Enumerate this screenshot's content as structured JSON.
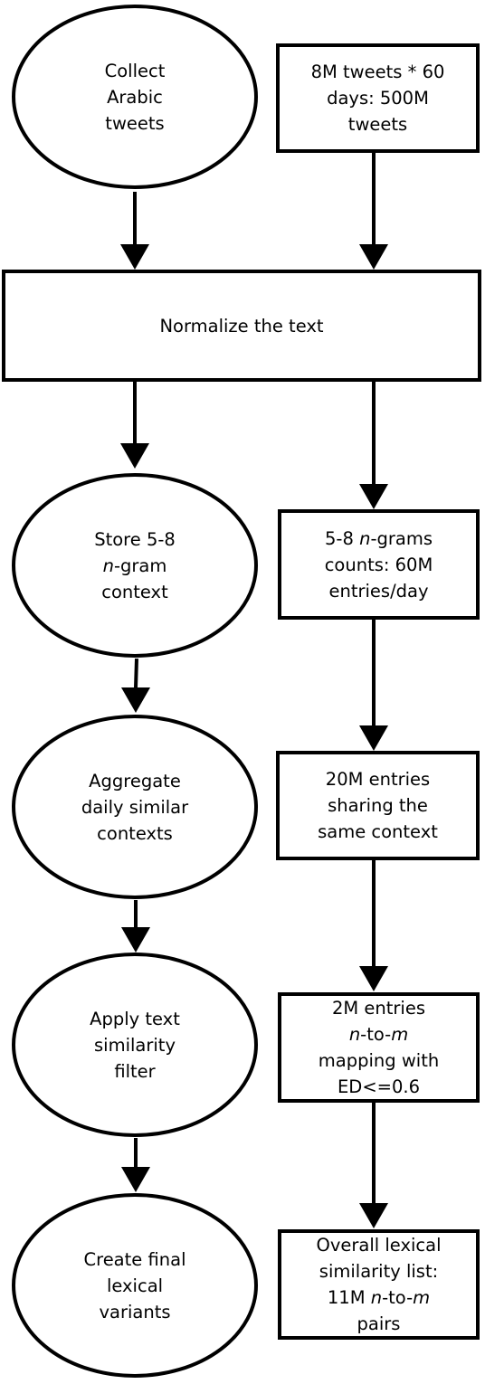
{
  "steps": [
    {
      "id": "collect",
      "lines": [
        "Collect",
        "Arabic",
        "tweets"
      ]
    },
    {
      "id": "normalize",
      "lines": [
        "Normalize the text"
      ]
    },
    {
      "id": "store",
      "lines": [
        "Store 5-8",
        "n-gram",
        "context"
      ]
    },
    {
      "id": "aggregate",
      "lines": [
        "Aggregate",
        "daily similar",
        "contexts"
      ]
    },
    {
      "id": "apply",
      "lines": [
        "Apply text",
        "similarity",
        "filter"
      ]
    },
    {
      "id": "create",
      "lines": [
        "Create final",
        "lexical",
        "variants"
      ]
    }
  ],
  "outputs": [
    {
      "id": "tweets",
      "lines": [
        "8M tweets * 60",
        "days: 500M",
        "tweets"
      ]
    },
    {
      "id": "ngrams",
      "lines": [
        "5-8 n-grams",
        "counts: 60M",
        "entries/day"
      ]
    },
    {
      "id": "entries20m",
      "lines": [
        "20M entries",
        "sharing the",
        "same context"
      ]
    },
    {
      "id": "entries2m",
      "lines": [
        "2M entries",
        "n-to-m",
        "mapping with",
        "ED<=0.6"
      ]
    },
    {
      "id": "overall",
      "lines": [
        "Overall lexical",
        "similarity list:",
        "11M n-to-m",
        "pairs"
      ]
    }
  ],
  "colors": {
    "stroke": "#000000",
    "fill": "#ffffff",
    "text": "#000000"
  }
}
